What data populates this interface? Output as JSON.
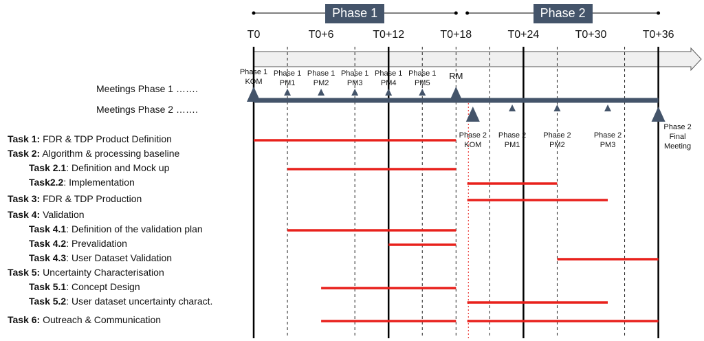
{
  "phases": [
    {
      "label": "Phase 1",
      "start": 0,
      "end": 18
    },
    {
      "label": "Phase 2",
      "start": 19,
      "end": 36
    }
  ],
  "timeline_ticks": [
    "T0",
    "T0+6",
    "T0+12",
    "T0+18",
    "T0+24",
    "T0+30",
    "T0+36"
  ],
  "tick_months": [
    0,
    6,
    12,
    18,
    24,
    30,
    36
  ],
  "meeting_rows": {
    "phase1": "Meetings Phase 1  …….",
    "phase2": "Meetings Phase 2  ……."
  },
  "meetings_phase1": [
    {
      "label": "Phase 1\nKOM",
      "month": 0,
      "size": "large"
    },
    {
      "label": "Phase 1\nPM1",
      "month": 3,
      "size": "small"
    },
    {
      "label": "Phase 1\nPM2",
      "month": 6,
      "size": "small"
    },
    {
      "label": "Phase 1\nPM3",
      "month": 9,
      "size": "small"
    },
    {
      "label": "Phase 1\nPM4",
      "month": 12,
      "size": "small"
    },
    {
      "label": "Phase 1\nPM5",
      "month": 15,
      "size": "small"
    },
    {
      "label": "RM",
      "month": 18,
      "size": "large"
    }
  ],
  "meetings_phase2": [
    {
      "label": "Phase 2\nKOM",
      "month": 19,
      "size": "large"
    },
    {
      "label": "Phase 2\nPM1",
      "month": 23,
      "size": "small"
    },
    {
      "label": "Phase 2\nPM2",
      "month": 27,
      "size": "small"
    },
    {
      "label": "Phase 2\nPM3",
      "month": 31.5,
      "size": "small"
    },
    {
      "label": "Phase 2\nFinal\nMeeting",
      "month": 36,
      "size": "large"
    }
  ],
  "tasks": [
    {
      "bold": "Task 1:",
      "text": " FDR & TDP Product Definition",
      "indent": 0,
      "bars": [
        [
          0,
          18
        ]
      ]
    },
    {
      "bold": "Task 2:",
      "text": " Algorithm & processing baseline",
      "indent": 0,
      "bars": []
    },
    {
      "bold": "Task 2.1",
      "text": ": Definition and Mock up",
      "indent": 1,
      "bars": [
        [
          3,
          18
        ]
      ]
    },
    {
      "bold": "Task2.2",
      "text": ":  Implementation",
      "indent": 1,
      "bars": [
        [
          19,
          27
        ]
      ]
    },
    {
      "bold": "Task 3:",
      "text": " FDR & TDP Production",
      "indent": 0,
      "bars": [
        [
          19,
          31.5
        ]
      ]
    },
    {
      "bold": "Task 4:",
      "text": " Validation",
      "indent": 0,
      "bars": []
    },
    {
      "bold": "Task 4.1",
      "text": ": Definition of the validation plan",
      "indent": 1,
      "bars": [
        [
          3,
          18
        ]
      ]
    },
    {
      "bold": "Task 4.2",
      "text": ": Prevalidation",
      "indent": 1,
      "bars": [
        [
          12,
          18
        ]
      ]
    },
    {
      "bold": "Task 4.3",
      "text": ": User Dataset Validation",
      "indent": 1,
      "bars": [
        [
          27,
          36
        ]
      ]
    },
    {
      "bold": "Task 5:",
      "text": " Uncertainty Characterisation",
      "indent": 0,
      "bars": []
    },
    {
      "bold": "Task 5.1",
      "text": ": Concept Design",
      "indent": 1,
      "bars": [
        [
          6,
          18
        ]
      ]
    },
    {
      "bold": "Task 5.2",
      "text": ": User dataset uncertainty charact.",
      "indent": 1,
      "bars": [
        [
          19,
          31.5
        ]
      ]
    },
    {
      "bold": "Task 6:",
      "text": " Outreach & Communication",
      "indent": 0,
      "bars": [
        [
          6,
          18
        ],
        [
          19,
          36
        ]
      ]
    }
  ],
  "colors": {
    "bar": "#e8211c",
    "phase_box": "#44546a",
    "meeting_line": "#44546a",
    "marker": "#44546a",
    "arrow_fill": "#f0f0f0",
    "arrow_stroke": "#555555",
    "phase2_start_line": "#e8211c"
  }
}
